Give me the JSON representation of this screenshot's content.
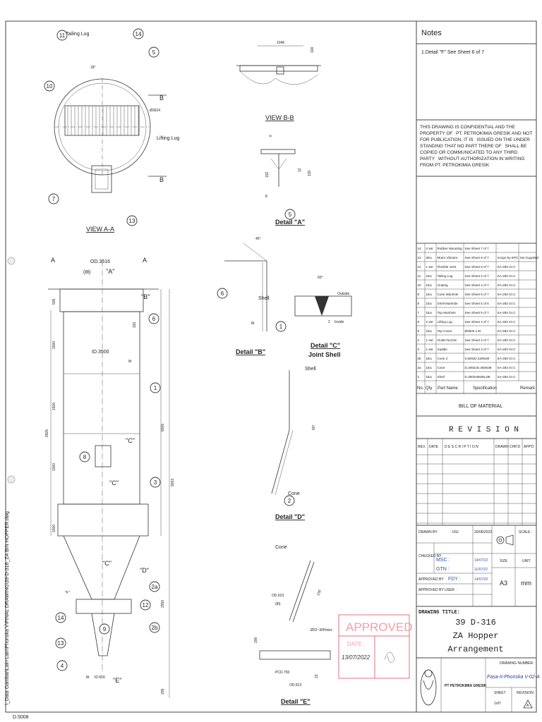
{
  "filename": "\\_Data Gambar\\Lain-Lain\\Phonska V\\FINAL DRAWING\\39-D-316_ZA BIN HOPPER.dwg",
  "corner_code": "D.5008",
  "notes": {
    "title": "Notes",
    "items": [
      "1.Detail \"F\" See Sheet 6 of 7"
    ]
  },
  "confidential": [
    "THIS DRAWING IS CONFIDENTIAL AND THE PROPERTY OF",
    "PT. PETROKIMIA GRESIK AND NOT FOR PUBLICATION, IT IS",
    "ISSUED ON THE UNDER STANDING THAT NO PART THERE OF",
    "SHALL BE COPIED OR COMMUNICATED TO ANY THIRD PARTY",
    "WITHOUT AUTHORIZATION IN WRITING FROM PT. PETROKIMIA GRESIK"
  ],
  "bom": {
    "rows": [
      [
        "14",
        "4 set",
        "Rubber Mounting",
        "See Sheet 7 of 7",
        "-",
        ""
      ],
      [
        "13",
        "2Ea",
        "Motor Vibrator",
        "See Sheet 6 of 7",
        "Scope by EPC",
        "Not Supplied"
      ],
      [
        "12",
        "1 set",
        "Flexible Joint",
        "See Sheet 6 of 7",
        "SA-283 Gr.C",
        ""
      ],
      [
        "11",
        "1Ea",
        "Tailing Lug",
        "See Sheet 4 of 7",
        "SA-283 Gr.C",
        ""
      ],
      [
        "10",
        "1Ea",
        "Grating",
        "See Sheet 4 of 7",
        "SA-283 Gr.C",
        ""
      ],
      [
        "9",
        "1Ea",
        "Cone Manhole",
        "See Sheet 5 of 7",
        "SA-283 Gr.C",
        ""
      ],
      [
        "8",
        "1Ea",
        "Shell Manhole",
        "See Sheet 5 of 5",
        "SA-283 Gr.C",
        ""
      ],
      [
        "7",
        "1Ea",
        "Top Manhole",
        "See Sheet 5 of 7",
        "SA-283 Gr.C",
        ""
      ],
      [
        "6",
        "2 set",
        "Lifting Lug",
        "See Sheet 4 of 7",
        "SA-283 Gr.C",
        ""
      ],
      [
        "5",
        "1Ea",
        "Top Cover",
        "Ø3500 x 8t",
        "SA-283 Gr.C",
        ""
      ],
      [
        "4",
        "1 set",
        "Outlet Nozzle",
        "See Sheet 4 of 7",
        "SA-283 Gr.C",
        ""
      ],
      [
        "3",
        "1 set",
        "Saddle",
        "See Sheet 3 of 7",
        "SA-283 Gr.C",
        ""
      ],
      [
        "2b",
        "1Ea",
        "Cone 2",
        "0.600xD.2200x8t",
        "SA-283 Gr.C",
        ""
      ],
      [
        "2a",
        "1Ea",
        "Cone",
        "D.2062xD.3500x8t",
        "SA-283 Gr.C",
        ""
      ],
      [
        "1",
        "1Ea",
        "Shell",
        "D.3500x6505Lx8t",
        "SA-283 Gr.C",
        ""
      ]
    ],
    "headers": [
      "No.",
      "Qty",
      "Part Name",
      "Specification",
      "Remark"
    ],
    "title": "BILL OF MATERIAL"
  },
  "revision": {
    "title": "R E V I S I O N",
    "headers": [
      "REV.",
      "DATE",
      "D E S C R I P T I O N",
      "DRAWN",
      "CHK'D",
      "APP'D"
    ]
  },
  "signoff": {
    "drawn_by": "DRAWN BY",
    "drawn_name": ": UGI",
    "drawn_date": "20/06/2022",
    "checked_by": "CHECKED BY",
    "checker1": "MSC :",
    "checker1_date": "14/07/22",
    "checker2": "GTN :",
    "checker2_date": "11/07/22",
    "approved_by": "APPROVED BY",
    "approver": "FDY :",
    "approver_date": "14/07/22",
    "approved_by_user": "APPROVED BY USER :",
    "scale_label": "SCALE :",
    "size_label": "SIZE",
    "size": "A3",
    "unit_label": "UNIT",
    "unit": "mm"
  },
  "drawing_title": {
    "label": "DRAWING TITLE:",
    "lines": [
      "39 D-316",
      "ZA Hopper",
      "Arrangement"
    ]
  },
  "company": "PT PETROKIMIA GRESIK",
  "drawing_number": {
    "label": "DRAWING NUMBER.",
    "value": "Fasa-II-Phonska V-02-A"
  },
  "sheet": {
    "label": "SHEET",
    "value": "1of7"
  },
  "revision_no": {
    "label": "REVISION",
    "value": "A"
  },
  "stamp": {
    "title": "APPROVED",
    "date_label": "DATE :",
    "date": "13/07/2022"
  },
  "views": {
    "view_aa": "VIEW A-A",
    "view_bb": "VIEW B-B",
    "detail_a": "Detail \"A\"",
    "detail_b": "Detail \"B\"",
    "detail_c": "Detail \"C\"",
    "detail_c_sub": "Joint Shell",
    "detail_d": "Detail \"D\"",
    "detail_e": "Detail \"E\""
  },
  "labels": {
    "tailing_lug": "Tailing Lug",
    "lifting_lug": "Lifting Lug",
    "dia3924": "Ø3924",
    "angle18": "18°",
    "od3516": "OD.3516",
    "eight_t": "(8t)",
    "a_ref": "\"A\"",
    "b_ref": "\"B\"",
    "c_ref": "\"C\"",
    "d_ref": "\"D\"",
    "e_ref": "\"E\"",
    "f_ref": "\"F\"",
    "id3500": "ID.3500",
    "id600": "ID.600",
    "d8t": "8t",
    "d505": "505",
    "d1500": "1500",
    "d6505": "6505",
    "d9263": "9263",
    "d2550": "2550",
    "d320": "320",
    "d205": "205",
    "d1046": "1046",
    "d100": "100",
    "d152": "152",
    "d12": "12",
    "d130": "130",
    "d6": "6",
    "d8": "8",
    "d45": "45°",
    "d60": "60°",
    "shell": "Shell",
    "cone": "Cone",
    "outside": "Outside",
    "inside": "Inside",
    "d2": "2",
    "od623": "OD.623",
    "holes": "Ø22~30Holes",
    "pcd750": "PCD.750",
    "od813": "OD.813",
    "d230": "230",
    "d200": "200",
    "d23": "23",
    "sect_a": "A",
    "sect_b": "B"
  },
  "balloons": [
    "1",
    "2",
    "2a",
    "2b",
    "3",
    "4",
    "5",
    "6",
    "7",
    "8",
    "9",
    "10",
    "11",
    "12",
    "13",
    "14"
  ]
}
